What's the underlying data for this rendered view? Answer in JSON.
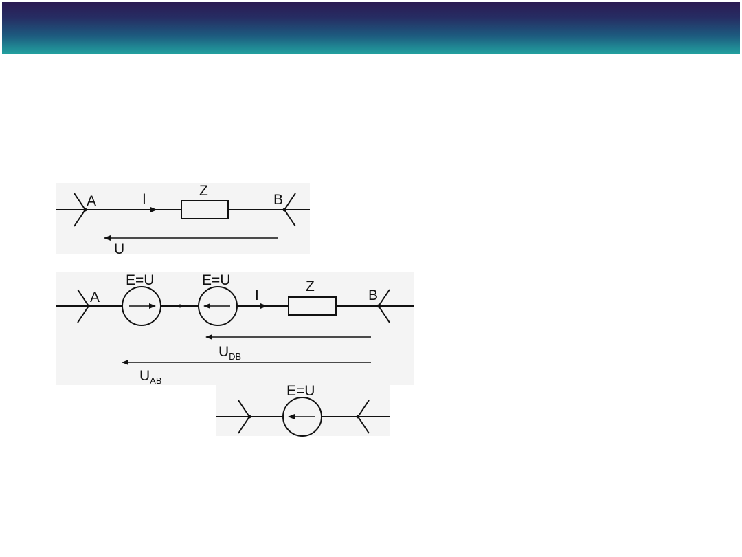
{
  "slide": {
    "header_color_top": "#2b1a52",
    "header_color_bottom": "#22a09f"
  },
  "diagram1": {
    "node_a": "A",
    "node_b": "B",
    "current": "I",
    "impedance": "Z",
    "voltage": "U"
  },
  "diagram2": {
    "node_a": "A",
    "node_b": "B",
    "source1": "E=U",
    "source2": "E=U",
    "current": "I",
    "impedance": "Z",
    "voltage_db": "U",
    "voltage_db_sub": "DB",
    "voltage_ab": "U",
    "voltage_ab_sub": "AB"
  },
  "diagram3": {
    "source": "E=U"
  }
}
